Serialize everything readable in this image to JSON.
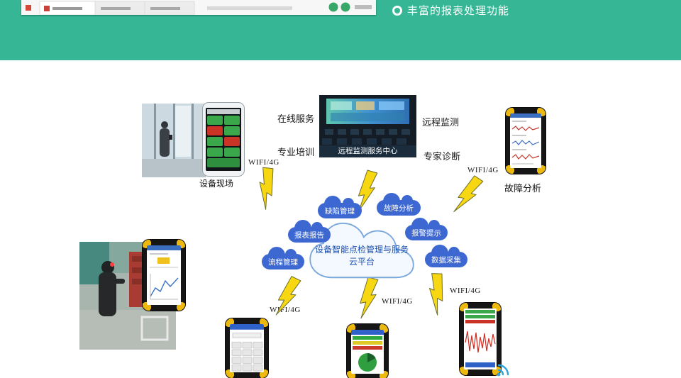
{
  "header": {
    "title": "丰富的报表处理功能"
  },
  "diagram": {
    "center_cloud": {
      "line1": "设备智能点检管理与服务",
      "line2": "云平台"
    },
    "clouds": [
      {
        "label": "缺陷管理"
      },
      {
        "label": "故障分析"
      },
      {
        "label": "报表报告"
      },
      {
        "label": "报警提示"
      },
      {
        "label": "流程管理"
      },
      {
        "label": "数据采集"
      }
    ],
    "labels": {
      "online_service": "在线服务",
      "remote_monitoring": "远程监测",
      "professional_training": "专业培训",
      "expert_diagnosis": "专家诊断",
      "fault_analysis": "故障分析",
      "equipment_site": "设备现场",
      "wifi": "WIFI/4G"
    },
    "monitor_room_caption": "远程监测服务中心"
  }
}
